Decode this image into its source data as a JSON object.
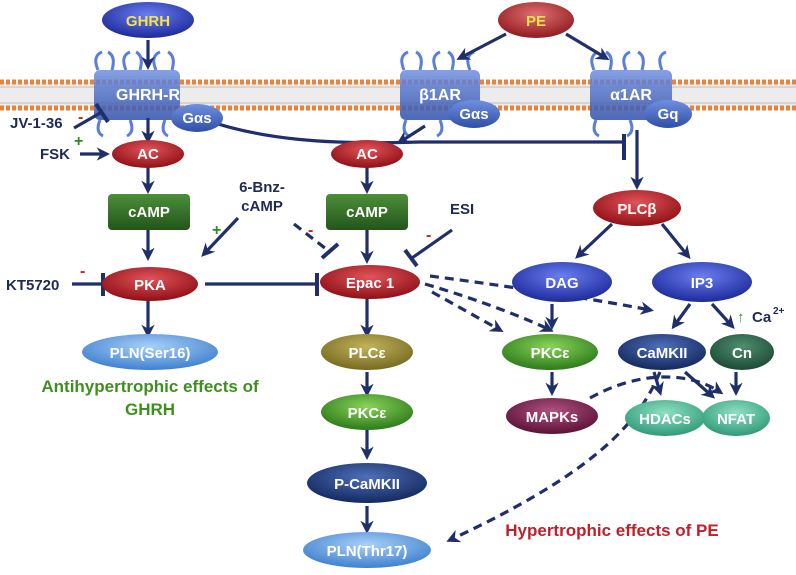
{
  "colors": {
    "membrane_head": "#e8843a",
    "membrane_tail": "#d9d9d9",
    "receptor": "#3f63c9",
    "red_node": "#b3151c",
    "green_node": "#2e6b25",
    "blue_node": "#2f3fc0",
    "olive_node": "#8b7d2e",
    "purple_node": "#7a1f55",
    "teal_node": "#3fae8c",
    "light_blue_node": "#5a9be0",
    "navy_node": "#1b3a7a",
    "inhibit_red": "#d01c1c",
    "activate_green": "#2f8b1f",
    "arrow": "#1f2f6b",
    "antihypertrophic_text": "#3f8f1f",
    "hypertrophic_text": "#c0202a"
  },
  "nodes": {
    "ghrh": "GHRH",
    "pe": "PE",
    "ghrh_r": "GHRH-R",
    "gas_left": "Gαs",
    "b1ar": "β1AR",
    "gas_mid": "Gαs",
    "a1ar": "α1AR",
    "gq": "Gq",
    "ac_left": "AC",
    "ac_mid": "AC",
    "camp_left": "cAMP",
    "camp_mid": "cAMP",
    "pka": "PKA",
    "epac1": "Epac 1",
    "pln_ser16": "PLN(Ser16)",
    "plce": "PLCε",
    "pkce_mid": "PKCε",
    "p_camkii": "P-CaMKII",
    "pln_thr17": "PLN(Thr17)",
    "plcb": "PLCβ",
    "dag": "DAG",
    "ip3": "IP3",
    "pkce_right": "PKCε",
    "camkii": "CaMKII",
    "cn": "Cn",
    "mapks": "MAPKs",
    "hdacs": "HDACs",
    "nfat": "NFAT"
  },
  "labels": {
    "jv": "JV-1-36",
    "fsk": "FSK",
    "kt": "KT5720",
    "bnz_line1": "6-Bnz-",
    "bnz_line2": "cAMP",
    "esi": "ESI",
    "ca_arrow": "↑",
    "ca": "Ca",
    "ca_sup": "2+",
    "plus_fsk": "+",
    "minus_jv": "-",
    "minus_kt": "-",
    "plus_bnz": "+",
    "minus_bnz": "-",
    "minus_esi": "-",
    "antihypertrophic_line1": "Antihypertrophic effects of",
    "antihypertrophic_line2": "GHRH",
    "hypertrophic": "Hypertrophic effects of PE"
  }
}
